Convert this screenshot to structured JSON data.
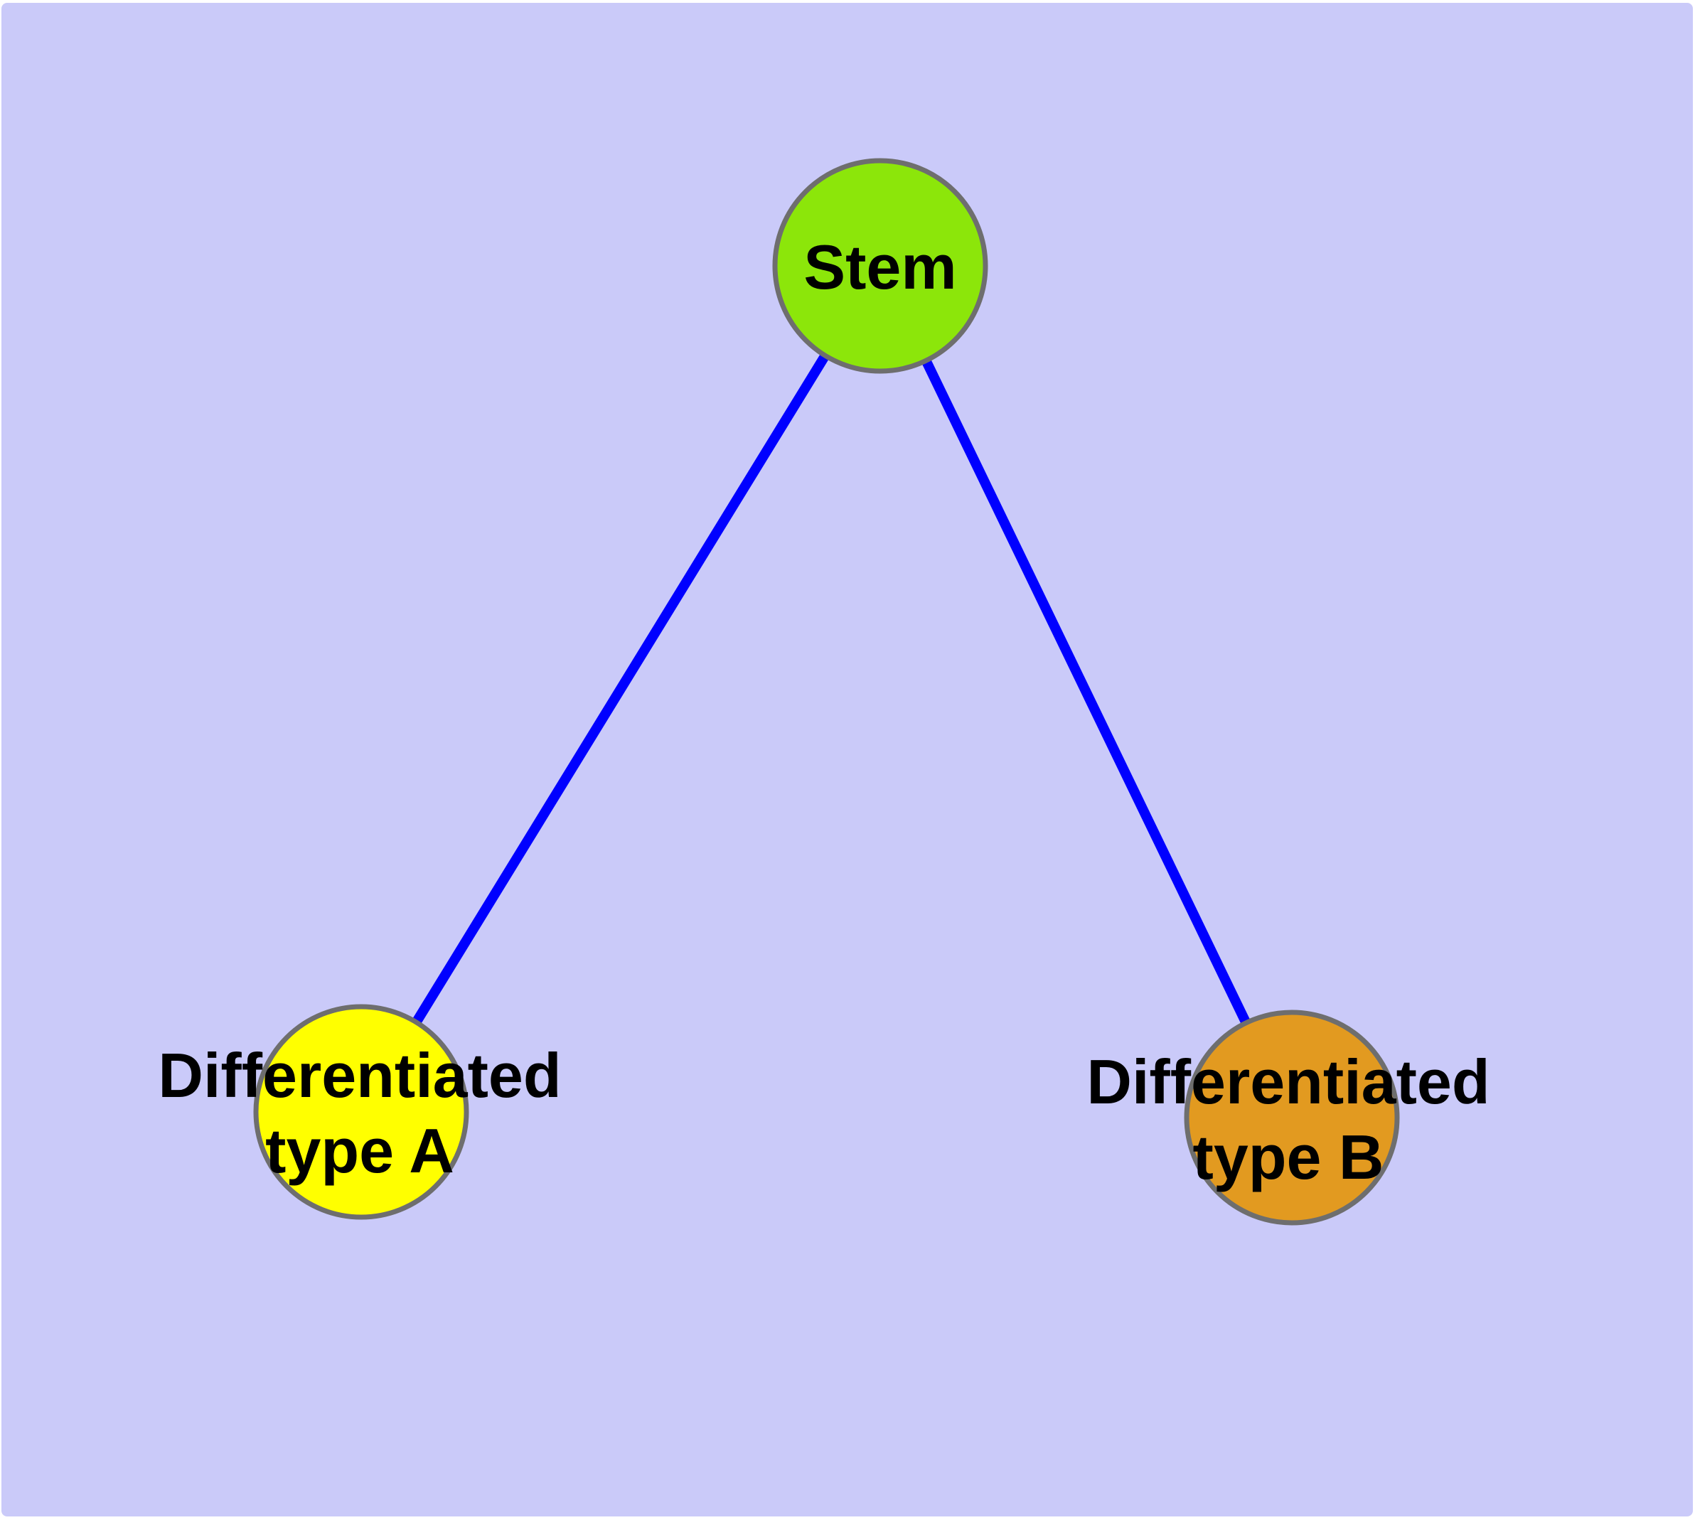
{
  "colors": {
    "background": "#cacaf9",
    "edge": "#0000ff",
    "node_border": "#6e6e6e",
    "label_text": "#000000"
  },
  "nodes": {
    "stem": {
      "label": "Stem",
      "fill": "#8ce60a",
      "shape": "circle"
    },
    "type_a": {
      "label": "Differentiated\ntype A",
      "fill": "#ffff00",
      "shape": "circle"
    },
    "type_b": {
      "label": "Differentiated\ntype B",
      "fill": "#e29a20",
      "shape": "circle"
    }
  },
  "edges": [
    {
      "from": "Stem",
      "to": "Differentiated type A"
    },
    {
      "from": "Stem",
      "to": "Differentiated type B"
    }
  ]
}
